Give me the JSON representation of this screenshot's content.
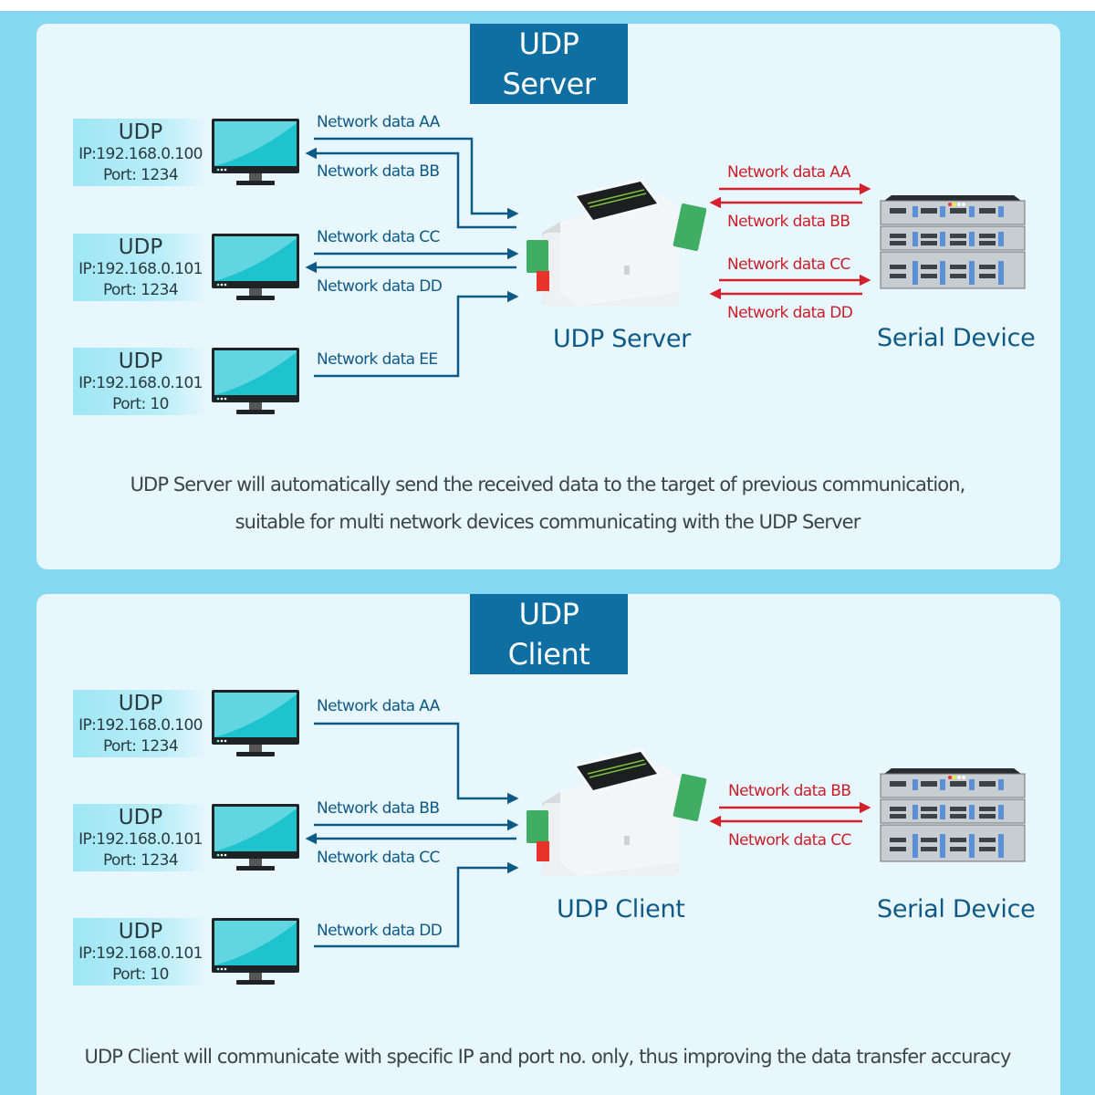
{
  "colors": {
    "background": "#86d8f2",
    "panel": "#e8f7fd",
    "title_badge": "#0f6fa3",
    "blue_arrow": "#0d5a86",
    "red_arrow": "#d4202c",
    "label_bg": "#9fe6f4"
  },
  "server_section": {
    "title": "UDP Server",
    "hosts": [
      {
        "protocol": "UDP",
        "ip": "IP:192.168.0.100",
        "port": "Port: 1234"
      },
      {
        "protocol": "UDP",
        "ip": "IP:192.168.0.101",
        "port": "Port: 1234"
      },
      {
        "protocol": "UDP",
        "ip": "IP:192.168.0.101",
        "port": "Port: 10"
      }
    ],
    "network_links": [
      {
        "label": "Network data AA",
        "direction": "to-device"
      },
      {
        "label": "Network data BB",
        "direction": "to-host"
      },
      {
        "label": "Network data CC",
        "direction": "to-device"
      },
      {
        "label": "Network data DD",
        "direction": "to-host"
      },
      {
        "label": "Network data EE",
        "direction": "to-device"
      }
    ],
    "serial_links": [
      {
        "label": "Network data AA",
        "direction": "to-serial"
      },
      {
        "label": "Network data BB",
        "direction": "to-device"
      },
      {
        "label": "Network data CC",
        "direction": "to-serial"
      },
      {
        "label": "Network data DD",
        "direction": "to-device"
      }
    ],
    "device_caption": "UDP Server",
    "serial_caption": "Serial Device",
    "description_line1": "UDP Server will automatically send the received data to the target of previous communication,",
    "description_line2": "suitable for multi network devices communicating with the UDP Server"
  },
  "client_section": {
    "title": "UDP Client",
    "hosts": [
      {
        "protocol": "UDP",
        "ip": "IP:192.168.0.100",
        "port": "Port: 1234"
      },
      {
        "protocol": "UDP",
        "ip": "IP:192.168.0.101",
        "port": "Port: 1234"
      },
      {
        "protocol": "UDP",
        "ip": "IP:192.168.0.101",
        "port": "Port: 10"
      }
    ],
    "network_links": [
      {
        "label": "Network data AA",
        "direction": "to-device"
      },
      {
        "label": "Network data BB",
        "direction": "to-device"
      },
      {
        "label": "Network data CC",
        "direction": "to-host"
      },
      {
        "label": "Network data DD",
        "direction": "to-device"
      }
    ],
    "serial_links": [
      {
        "label": "Network data BB",
        "direction": "to-serial"
      },
      {
        "label": "Network data CC",
        "direction": "to-device"
      }
    ],
    "device_caption": "UDP Client",
    "serial_caption": "Serial Device",
    "description_line1": "UDP Client will communicate with specific IP and port no. only, thus improving the data transfer accuracy"
  }
}
